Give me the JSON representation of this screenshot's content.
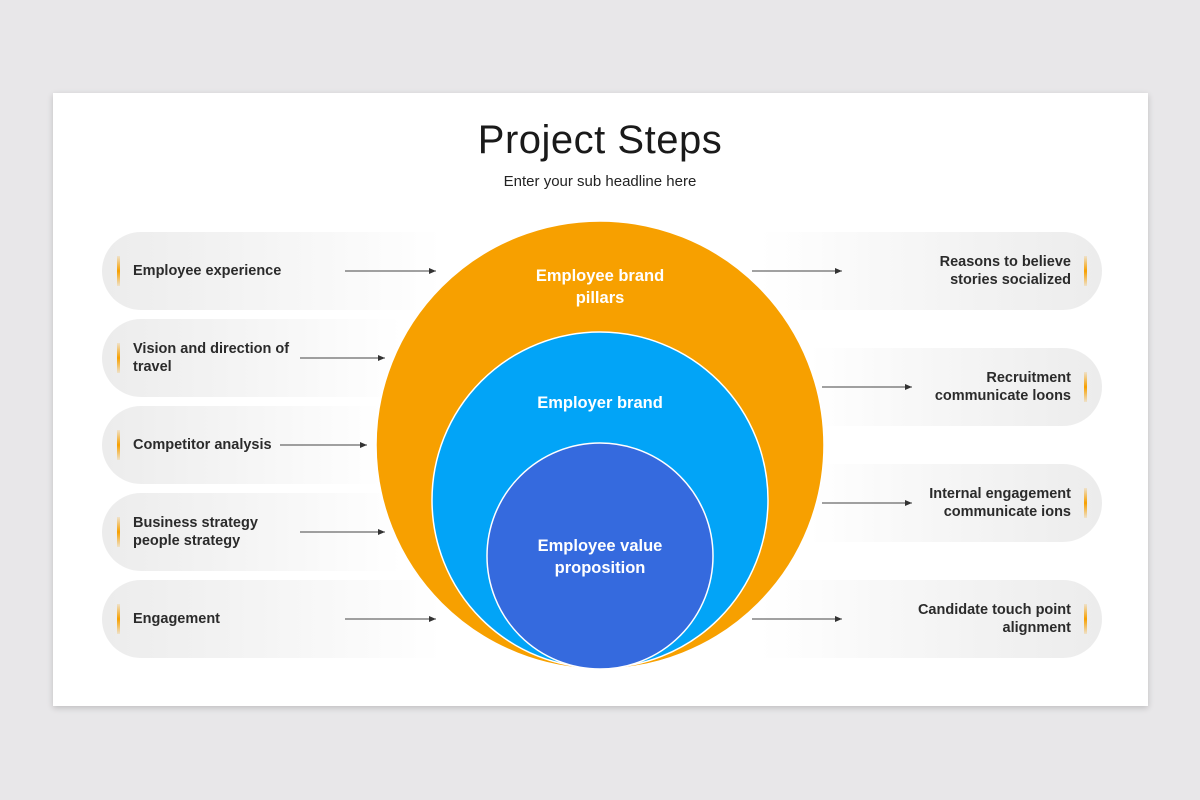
{
  "header": {
    "title": "Project Steps",
    "subtitle": "Enter your sub headline here"
  },
  "circles": {
    "outer": {
      "label": "Employee brand pillars",
      "color": "#f7a000"
    },
    "middle": {
      "label": "Employer brand",
      "color": "#02a4f7"
    },
    "inner": {
      "label": "Employee value proposition",
      "color": "#356ade"
    }
  },
  "left_items": [
    {
      "label": "Employee experience"
    },
    {
      "label": "Vision and direction of travel"
    },
    {
      "label": "Competitor analysis"
    },
    {
      "label": "Business strategy people strategy"
    },
    {
      "label": "Engagement"
    }
  ],
  "right_items": [
    {
      "label": "Reasons to believe stories socialized"
    },
    {
      "label": "Recruitment communicate loons"
    },
    {
      "label": "Internal engagement communicate ions"
    },
    {
      "label": "Candidate touch point alignment"
    }
  ]
}
